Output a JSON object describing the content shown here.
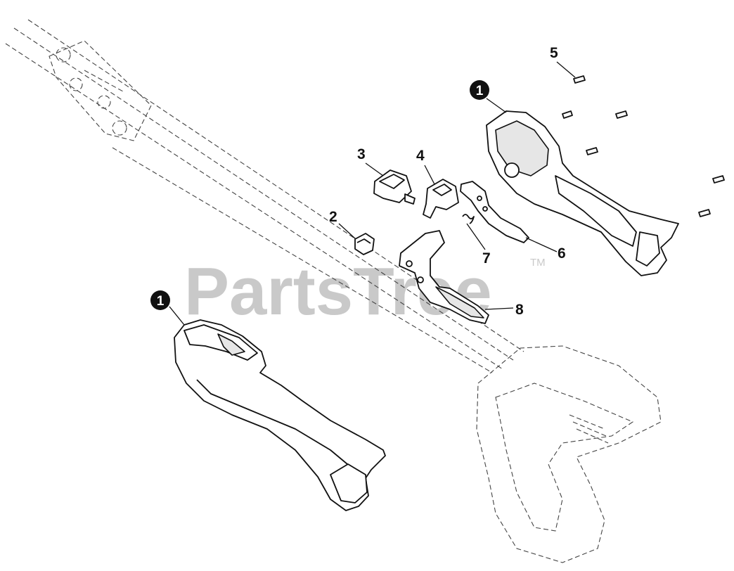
{
  "watermark": {
    "text": "PartsTree",
    "trademark": "TM"
  },
  "callouts": [
    {
      "id": "1a",
      "label": "1",
      "style": "badge"
    },
    {
      "id": "1b",
      "label": "1",
      "style": "badge"
    },
    {
      "id": "2",
      "label": "2",
      "style": "plain"
    },
    {
      "id": "3",
      "label": "3",
      "style": "plain"
    },
    {
      "id": "4",
      "label": "4",
      "style": "plain"
    },
    {
      "id": "5",
      "label": "5",
      "style": "plain"
    },
    {
      "id": "6",
      "label": "6",
      "style": "plain"
    },
    {
      "id": "7",
      "label": "7",
      "style": "plain"
    },
    {
      "id": "8",
      "label": "8",
      "style": "plain"
    }
  ]
}
